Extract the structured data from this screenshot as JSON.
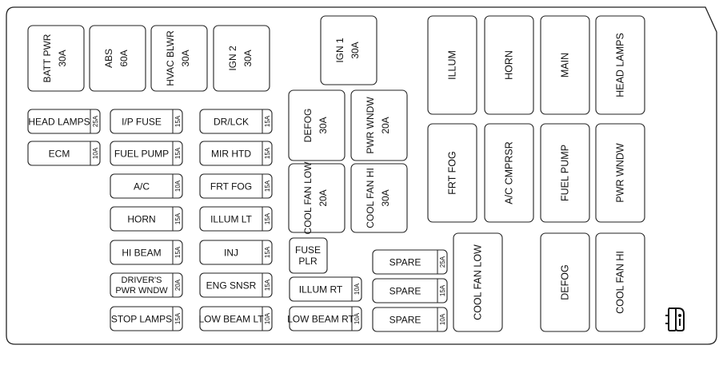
{
  "large_fuses": [
    {
      "id": "batt-pwr",
      "name": "BATT PWR",
      "rating": "30A"
    },
    {
      "id": "abs",
      "name": "ABS",
      "rating": "60A"
    },
    {
      "id": "hvac-blwr",
      "name": "HVAC BLWR",
      "rating": "30A"
    },
    {
      "id": "ign2",
      "name": "IGN 2",
      "rating": "30A"
    },
    {
      "id": "ign1",
      "name": "IGN 1",
      "rating": "30A"
    },
    {
      "id": "defog-fuse",
      "name": "DEFOG",
      "rating": "30A"
    },
    {
      "id": "pwr-wndw-fuse",
      "name": "PWR WNDW",
      "rating": "20A"
    },
    {
      "id": "cool-fan-low-fuse",
      "name": "COOL FAN LOW",
      "rating": "20A"
    },
    {
      "id": "cool-fan-hi-fuse",
      "name": "COOL FAN HI",
      "rating": "30A"
    }
  ],
  "mini_fuses": [
    {
      "id": "head-lamps",
      "name": "HEAD LAMPS",
      "rating": "25A"
    },
    {
      "id": "ecm",
      "name": "ECM",
      "rating": "10A"
    },
    {
      "id": "ip-fuse",
      "name": "I/P FUSE",
      "rating": "15A"
    },
    {
      "id": "fuel-pump",
      "name": "FUEL PUMP",
      "rating": "15A"
    },
    {
      "id": "ac",
      "name": "A/C",
      "rating": "10A"
    },
    {
      "id": "horn",
      "name": "HORN",
      "rating": "15A"
    },
    {
      "id": "hi-beam",
      "name": "HI BEAM",
      "rating": "15A"
    },
    {
      "id": "drivers-pwr-wndw",
      "name": "DRIVER'S",
      "name2": "PWR WNDW",
      "rating": "20A"
    },
    {
      "id": "stop-lamps",
      "name": "STOP LAMPS",
      "rating": "15A"
    },
    {
      "id": "dr-lck",
      "name": "DR/LCK",
      "rating": "15A"
    },
    {
      "id": "mir-htd",
      "name": "MIR HTD",
      "rating": "15A"
    },
    {
      "id": "frt-fog",
      "name": "FRT FOG",
      "rating": "15A"
    },
    {
      "id": "illum-lt",
      "name": "ILLUM LT",
      "rating": "15A"
    },
    {
      "id": "inj",
      "name": "INJ",
      "rating": "15A"
    },
    {
      "id": "eng-snsr",
      "name": "ENG SNSR",
      "rating": "15A"
    },
    {
      "id": "low-beam-lt",
      "name": "LOW BEAM LT",
      "rating": "10A"
    },
    {
      "id": "illum-rt",
      "name": "ILLUM RT",
      "rating": "10A"
    },
    {
      "id": "low-beam-rt",
      "name": "LOW BEAM RT",
      "rating": "10A"
    },
    {
      "id": "spare-1",
      "name": "SPARE",
      "rating": "25A"
    },
    {
      "id": "spare-2",
      "name": "SPARE",
      "rating": "15A"
    },
    {
      "id": "spare-3",
      "name": "SPARE",
      "rating": "10A"
    }
  ],
  "plr": {
    "id": "fuse-plr",
    "line1": "FUSE",
    "line2": "PLR"
  },
  "relays": [
    {
      "id": "illum",
      "name": "ILLUM"
    },
    {
      "id": "horn",
      "name": "HORN"
    },
    {
      "id": "main",
      "name": "MAIN"
    },
    {
      "id": "head-lamps",
      "name": "HEAD LAMPS"
    },
    {
      "id": "frt-fog",
      "name": "FRT FOG"
    },
    {
      "id": "ac-cmprsr",
      "name": "A/C CMPRSR"
    },
    {
      "id": "fuel-pump",
      "name": "FUEL PUMP"
    },
    {
      "id": "pwr-wndw",
      "name": "PWR WNDW"
    },
    {
      "id": "cool-fan-low",
      "name": "COOL FAN LOW"
    },
    {
      "id": "defog",
      "name": "DEFOG"
    },
    {
      "id": "cool-fan-hi",
      "name": "COOL FAN HI"
    }
  ],
  "icon": {
    "name": "manual-book-icon"
  }
}
